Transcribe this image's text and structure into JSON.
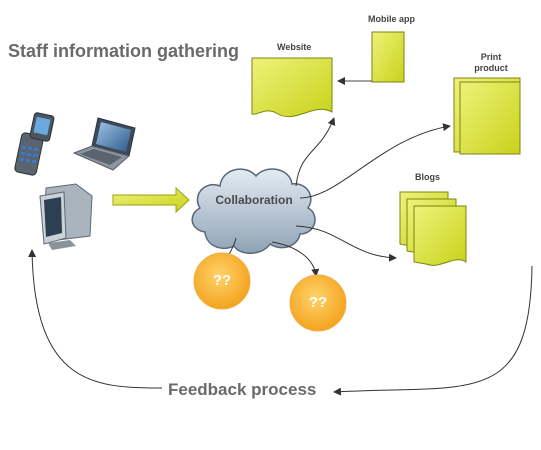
{
  "title": "Staff information gathering",
  "hub": "Collaboration",
  "outputs": {
    "website": "Website",
    "mobile_app": "Mobile app",
    "print_product": "Print product",
    "blogs": "Blogs"
  },
  "unknowns": [
    "??",
    "??"
  ],
  "feedback": "Feedback process",
  "icons": [
    "mobile-phone-icon",
    "laptop-icon",
    "crt-monitor-icon",
    "cloud-icon"
  ],
  "colors": {
    "document_fill": "#d4dd22",
    "unknown_fill": "#f7b43a",
    "cloud_fill": "#aebfcf",
    "arrow_fill": "#cfd95a",
    "text": "#6a6a6a"
  }
}
